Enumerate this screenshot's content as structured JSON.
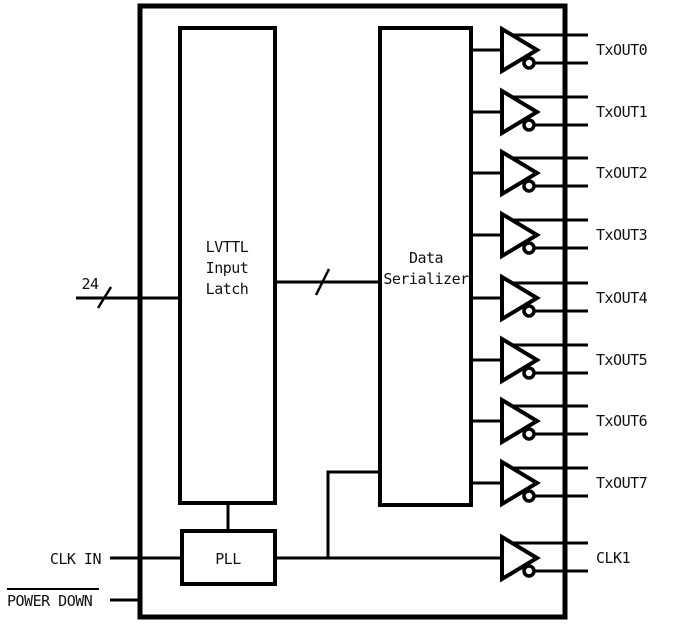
{
  "page": {
    "background_color": "#ffffff",
    "line_color": "#000000",
    "text_color": "#111111"
  },
  "diagram": {
    "bus_width_label": "24",
    "latch": {
      "lines": [
        "LVTTL",
        "Input",
        "Latch"
      ]
    },
    "serializer": {
      "lines": [
        "Data",
        "Serializer"
      ]
    },
    "pll_label": "PLL",
    "clk_in_label": "CLK IN",
    "power_down_label": "POWER DOWN",
    "tx_outputs": [
      "TxOUT0",
      "TxOUT1",
      "TxOUT2",
      "TxOUT3",
      "TxOUT4",
      "TxOUT5",
      "TxOUT6",
      "TxOUT7"
    ],
    "clk1_label": "CLK1"
  }
}
